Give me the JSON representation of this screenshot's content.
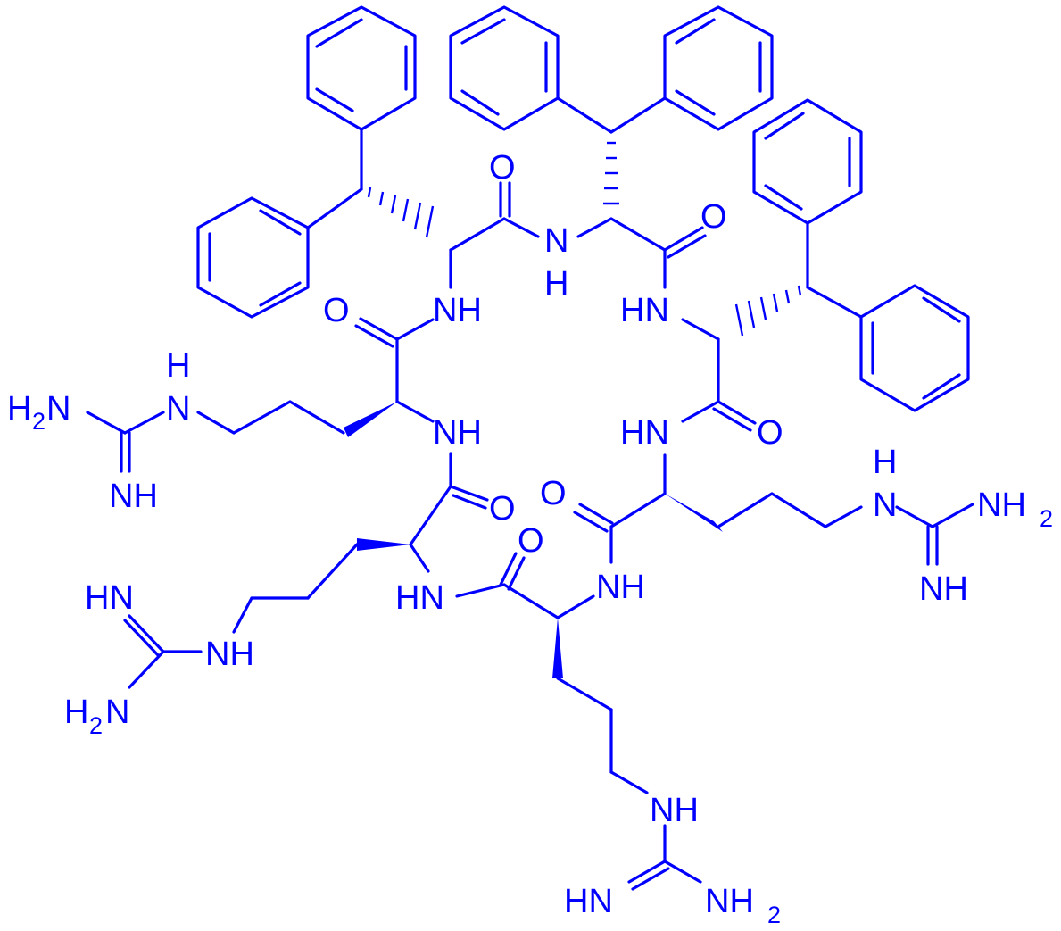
{
  "colors": {
    "ink": "#0000ff",
    "background": "#ffffff"
  },
  "molecule": {
    "labels": {
      "o1": "O",
      "o2": "O",
      "o3": "O",
      "o4": "O",
      "o5": "O",
      "o6": "O",
      "o7": "O",
      "nh_top": "N",
      "h_top": "H",
      "nh_left1": "NH",
      "hn_right1": "HN",
      "nh_left2": "NH",
      "hn_right2": "HN",
      "hn_bottom_left": "HN",
      "nh_bottom_mid": "NH",
      "g1_h": "H",
      "g1_n": "N",
      "g1_h2n_h": "H",
      "g1_h2n_2": "2",
      "g1_h2n_n": "N",
      "g1_imine": "NH",
      "g2_h": "H",
      "g2_n": "N",
      "g2_nh2_n": "NH",
      "g2_nh2_2": "2",
      "g2_imine": "NH",
      "g3_imine": "HN",
      "g3_nh": "NH",
      "g3_h2n_h": "H",
      "g3_h2n_2": "2",
      "g3_h2n_n": "N",
      "g4_nh": "NH",
      "g4_imine": "HN",
      "g4_nh2_n": "NH",
      "g4_nh2_2": "2"
    }
  }
}
